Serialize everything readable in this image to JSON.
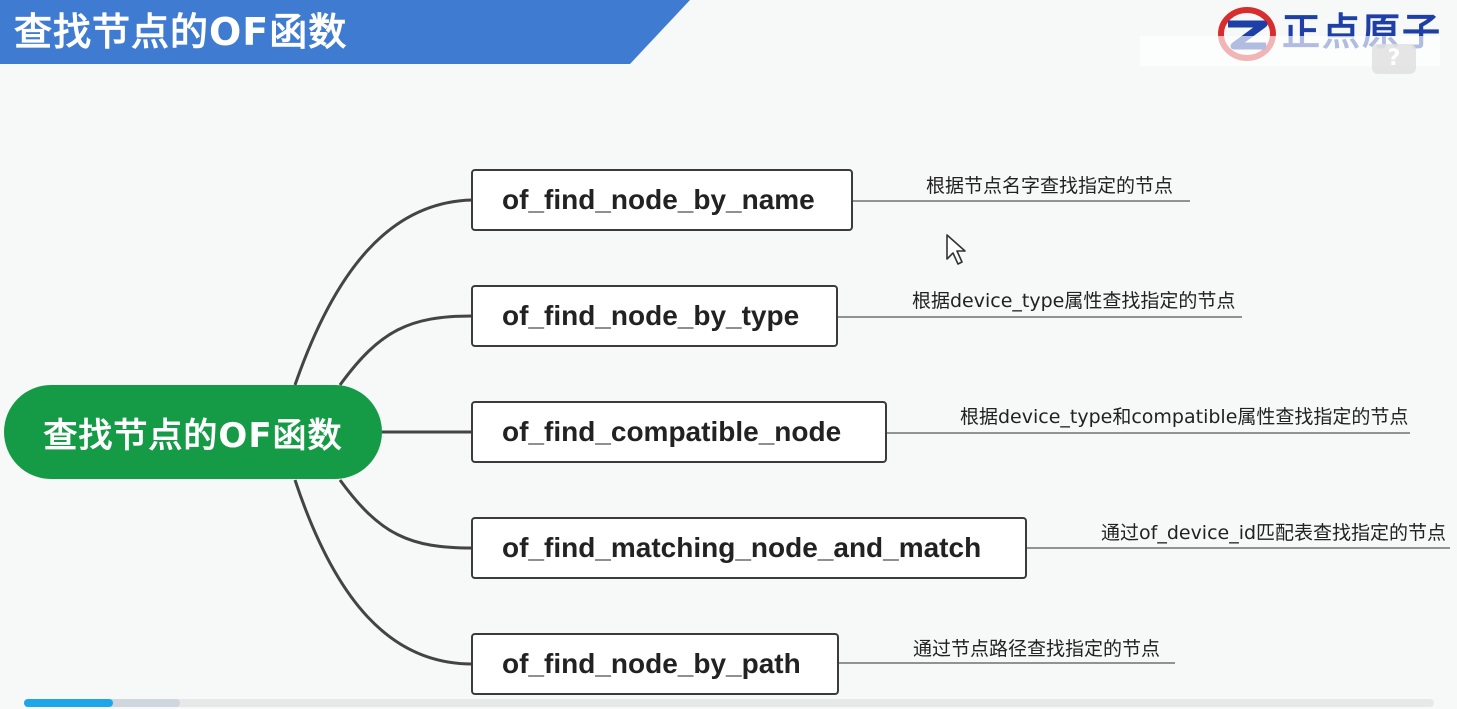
{
  "header": {
    "title": "查找节点的OF函数",
    "logo_text": "正点原子",
    "help_glyph": "?"
  },
  "mindmap": {
    "center_label": "查找节点的OF函数",
    "branches": [
      {
        "function": "of_find_node_by_name",
        "description": "根据节点名字查找指定的节点"
      },
      {
        "function": "of_find_node_by_type",
        "description": "根据device_type属性查找指定的节点"
      },
      {
        "function": "of_find_compatible_node",
        "description": "根据device_type和compatible属性查找指定的节点"
      },
      {
        "function": "of_find_matching_node_and_match",
        "description": "通过of_device_id匹配表查找指定的节点"
      },
      {
        "function": "of_find_node_by_path",
        "description": "通过节点路径查找指定的节点"
      }
    ]
  },
  "player": {
    "progress_fraction": 0.063
  },
  "colors": {
    "banner": "#3f7bd0",
    "center_node": "#159a45",
    "logo": "#1d3fa6",
    "logo_accent": "#d72d2d",
    "progress": "#1ea6ea"
  },
  "icons": {
    "logo": "zhengdian-atom-logo-icon",
    "cursor": "mouse-pointer-icon"
  }
}
